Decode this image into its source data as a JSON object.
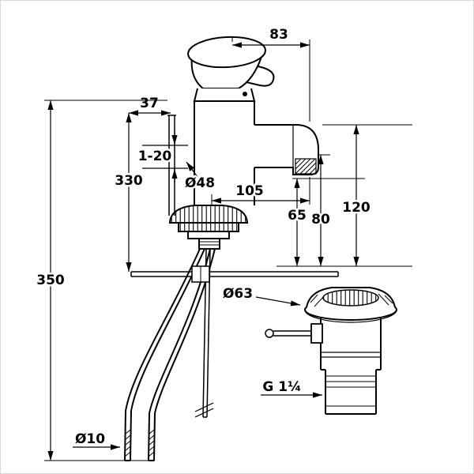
{
  "colors": {
    "line": "#000000",
    "background": "#ffffff"
  },
  "dimensions": {
    "d83": "83",
    "d37": "37",
    "d1to20": "1-20",
    "d330": "330",
    "d350": "350",
    "dia48": "Ø48",
    "d105": "105",
    "d65": "65",
    "d80": "80",
    "d120": "120",
    "dia63": "Ø63",
    "thread": "G 1¼",
    "dia10": "Ø10"
  }
}
